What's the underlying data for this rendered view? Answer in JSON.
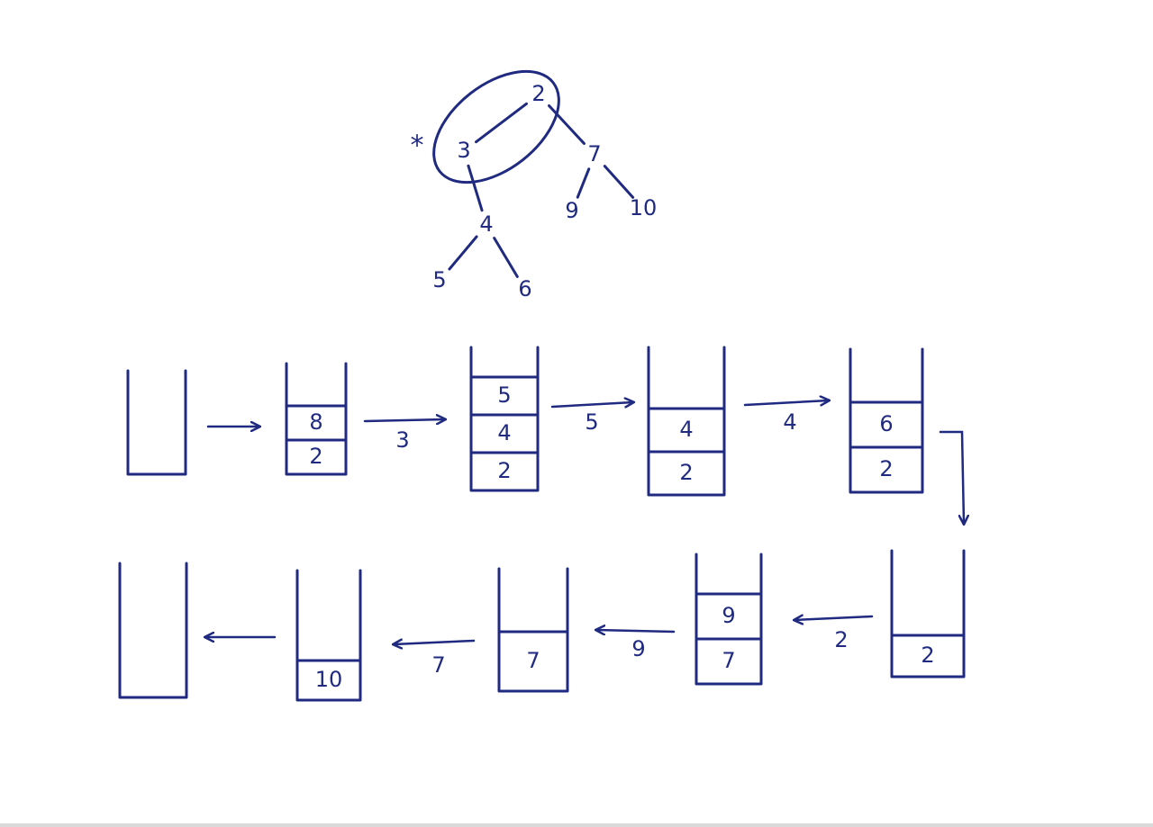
{
  "tree": {
    "marker": "*",
    "nodes": [
      {
        "id": "n2",
        "label": "2",
        "circled": true
      },
      {
        "id": "n3",
        "label": "3",
        "circled": true
      },
      {
        "id": "n7",
        "label": "7"
      },
      {
        "id": "n4",
        "label": "4"
      },
      {
        "id": "n9",
        "label": "9"
      },
      {
        "id": "n10",
        "label": "10"
      },
      {
        "id": "n5",
        "label": "5"
      },
      {
        "id": "n6",
        "label": "6"
      }
    ],
    "edges": [
      [
        "n2",
        "n3"
      ],
      [
        "n2",
        "n7"
      ],
      [
        "n3",
        "n4"
      ],
      [
        "n7",
        "n9"
      ],
      [
        "n7",
        "n10"
      ],
      [
        "n4",
        "n5"
      ],
      [
        "n4",
        "n6"
      ]
    ]
  },
  "stacks": [
    {
      "id": "s1",
      "items": []
    },
    {
      "id": "s2",
      "items": [
        "8",
        "2"
      ]
    },
    {
      "id": "s3",
      "items": [
        "5",
        "4",
        "2"
      ]
    },
    {
      "id": "s4",
      "items": [
        "4",
        "2"
      ]
    },
    {
      "id": "s5",
      "items": [
        "6",
        "2"
      ]
    },
    {
      "id": "s6",
      "items": [
        "2"
      ]
    },
    {
      "id": "s7",
      "items": [
        "9",
        "7"
      ]
    },
    {
      "id": "s8",
      "items": [
        "7"
      ]
    },
    {
      "id": "s9",
      "items": [
        "10"
      ]
    },
    {
      "id": "s10",
      "items": []
    }
  ],
  "transitions": [
    {
      "from": "s1",
      "to": "s2",
      "label": ""
    },
    {
      "from": "s2",
      "to": "s3",
      "label": "3"
    },
    {
      "from": "s3",
      "to": "s4",
      "label": "5"
    },
    {
      "from": "s4",
      "to": "s5",
      "label": "4"
    },
    {
      "from": "s5",
      "to": "s6",
      "label": ""
    },
    {
      "from": "s6",
      "to": "s7",
      "label": "2"
    },
    {
      "from": "s7",
      "to": "s8",
      "label": "9"
    },
    {
      "from": "s8",
      "to": "s9",
      "label": "7"
    },
    {
      "from": "s9",
      "to": "s10",
      "label": ""
    }
  ],
  "colors": {
    "ink": "#1f2a80",
    "paper": "#ffffff"
  }
}
